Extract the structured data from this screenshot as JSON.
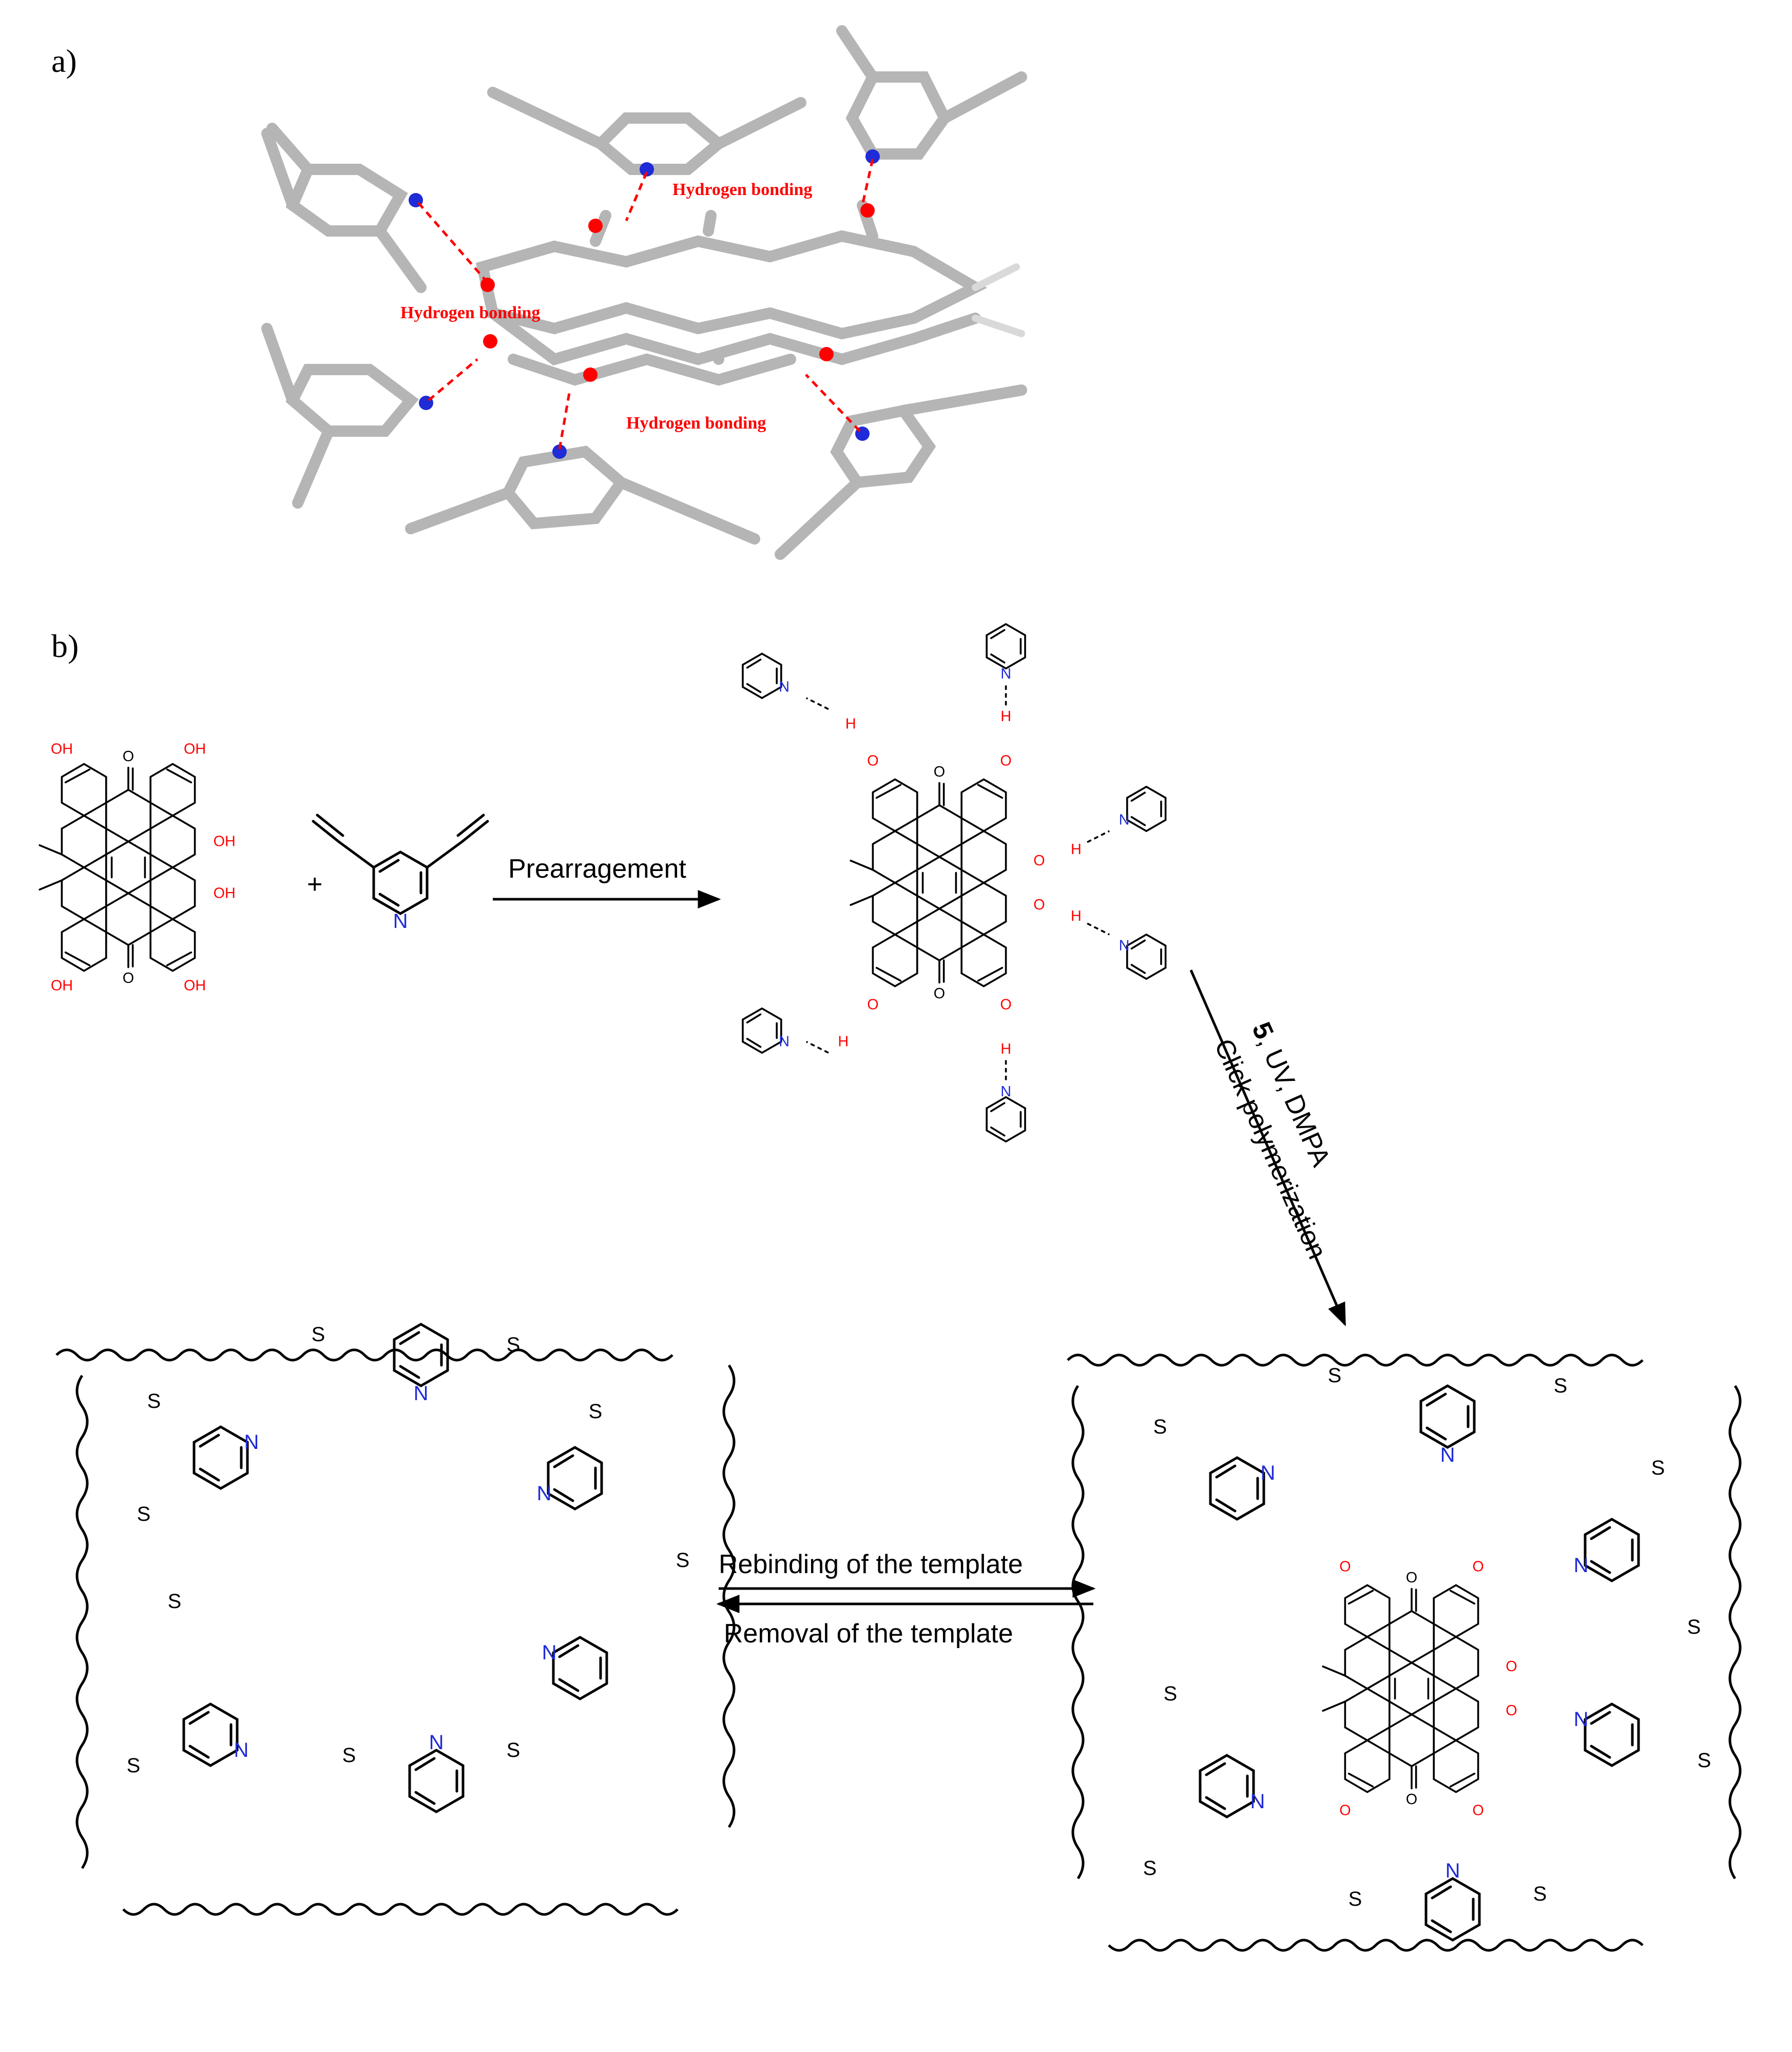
{
  "panels": {
    "a": "a)",
    "b": "b)"
  },
  "panel_a": {
    "hb_labels": [
      "Hydrogen bonding",
      "Hydrogen bonding",
      "Hydrogen bonding"
    ]
  },
  "panel_b": {
    "plus": "+",
    "arrow_prearrangement": "Prearragement",
    "arrow_click_reagent_number": "5",
    "arrow_click_reagents": ", UV, DMPA",
    "arrow_click_label": "Click polymerization",
    "arrow_rebinding": "Rebinding of the template",
    "arrow_removal": "Removal of the template"
  },
  "atoms": {
    "oh": "OH",
    "o": "O",
    "h": "H",
    "n": "N",
    "s": "S"
  },
  "colors": {
    "oxygen": "#ff0000",
    "nitrogen": "#1f2bd6",
    "hbond": "#ff0000",
    "stick": "#b5b5b5"
  }
}
